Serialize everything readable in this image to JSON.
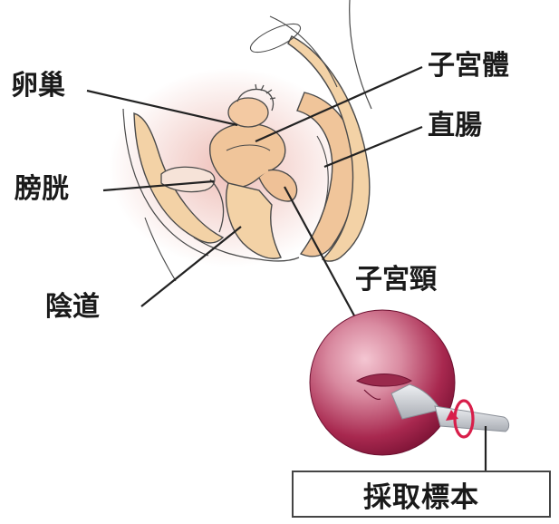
{
  "labels": {
    "ovary": "卵巢",
    "bladder": "膀胱",
    "vagina": "陰道",
    "uterus": "子宮體",
    "rectum": "直腸",
    "cervix": "子宮頸"
  },
  "sample_box": {
    "text": "採取標本"
  },
  "colors": {
    "skin_fill": "#f3d2a6",
    "outline": "#4a4a4a",
    "tissue_pink": "#e7b7ab",
    "cervix_dark": "#8a1a3c",
    "cervix_light": "#d98aa0",
    "arrow_red": "#d81e4a",
    "instrument": "#c9ccd1"
  }
}
